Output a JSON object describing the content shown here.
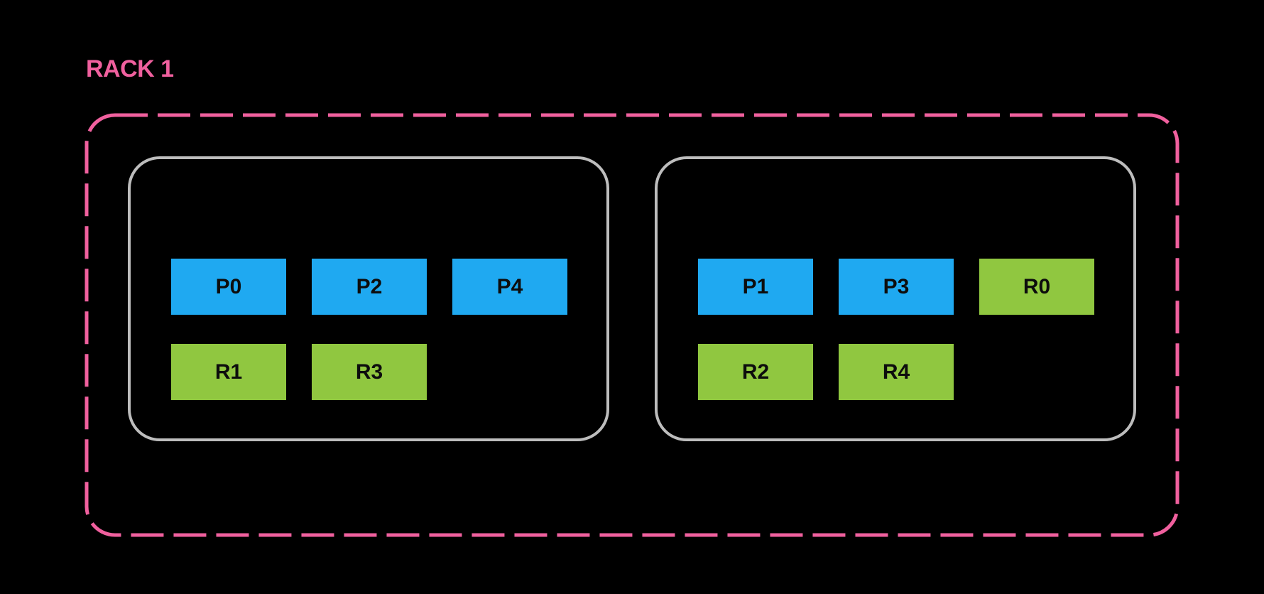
{
  "rack": {
    "label": "RACK 1",
    "nodes": [
      {
        "rows": [
          [
            {
              "label": "P0",
              "color": "blue"
            },
            {
              "label": "P2",
              "color": "blue"
            },
            {
              "label": "P4",
              "color": "blue"
            }
          ],
          [
            {
              "label": "R1",
              "color": "green"
            },
            {
              "label": "R3",
              "color": "green"
            }
          ]
        ]
      },
      {
        "rows": [
          [
            {
              "label": "P1",
              "color": "blue"
            },
            {
              "label": "P3",
              "color": "blue"
            },
            {
              "label": "R0",
              "color": "green"
            }
          ],
          [
            {
              "label": "R2",
              "color": "green"
            },
            {
              "label": "R4",
              "color": "green"
            }
          ]
        ]
      }
    ]
  },
  "colors": {
    "background": "#000000",
    "rack_border_pink": "#F0609E",
    "rack_label_pink": "#F0609E",
    "node_border_gray": "#BDBDBD",
    "chip_blue": "#1FA9F1",
    "chip_green": "#90C740",
    "chip_text": "#0D0D0D"
  }
}
